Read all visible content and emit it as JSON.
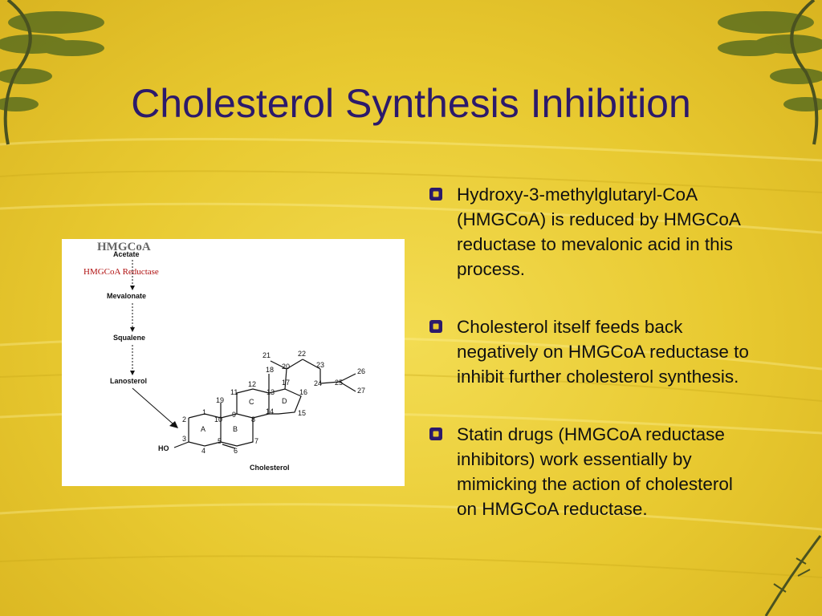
{
  "slide": {
    "title": "Cholesterol Synthesis Inhibition",
    "bullets": [
      "Hydroxy-3-methylglutaryl-CoA (HMGCoA) is reduced by HMGCoA reductase to mevalonic acid in this process.",
      "Cholesterol itself feeds back negatively on HMGCoA reductase to inhibit further cholesterol synthesis.",
      "Statin drugs (HMGCoA reductase inhibitors) work essentially by mimicking the action of cholesterol on HMGCoA reductase."
    ],
    "bullet_icon": "hollow-square-bullet-icon",
    "colors": {
      "title": "#2c1a6b",
      "background": "#e8c930",
      "overlay_red": "#b01010"
    }
  },
  "figure": {
    "overlay_hmgcoa": "HMGCoA",
    "overlay_reductase": "HMGCoA Reductase",
    "pathway": {
      "acetate": "Acetate",
      "mevalonate": "Mevalonate",
      "squalene": "Squalene",
      "lanosterol": "Lanosterol",
      "cholesterol": "Cholesterol",
      "ho": "HO"
    },
    "rings": {
      "a": "A",
      "b": "B",
      "c": "C",
      "d": "D"
    },
    "carbons": [
      "1",
      "2",
      "3",
      "4",
      "5",
      "6",
      "7",
      "8",
      "9",
      "10",
      "11",
      "12",
      "13",
      "14",
      "15",
      "16",
      "17",
      "18",
      "19",
      "20",
      "21",
      "22",
      "23",
      "24",
      "25",
      "26",
      "27"
    ]
  }
}
